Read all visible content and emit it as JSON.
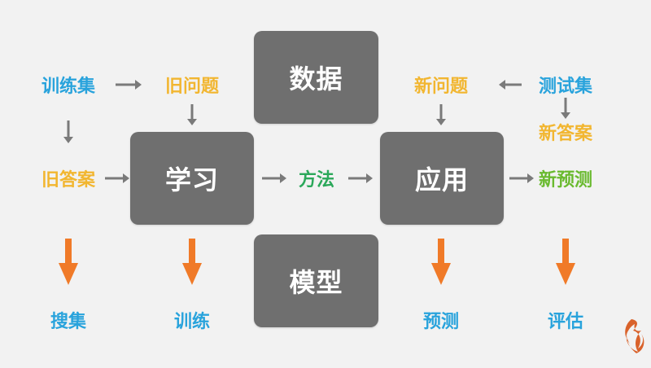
{
  "boxes": {
    "data": "数据",
    "learn": "学习",
    "apply": "应用",
    "model": "模型"
  },
  "labels": {
    "train_set": "训练集",
    "old_question": "旧问题",
    "old_answer": "旧答案",
    "method": "方法",
    "new_question": "新问题",
    "test_set": "测试集",
    "new_answer": "新答案",
    "new_prediction": "新预测"
  },
  "bottom": {
    "collect": "搜集",
    "train": "训练",
    "predict": "预测",
    "evaluate": "评估"
  },
  "colors": {
    "box": "#6f6f6f",
    "gray_arrow": "#7a7a7a",
    "orange_arrow": "#f07a28",
    "blue": "#29a3dc",
    "yellow": "#f2b630",
    "green": "#2ba85a",
    "lime": "#6aba2f"
  },
  "icons": [
    "logo-icon"
  ]
}
